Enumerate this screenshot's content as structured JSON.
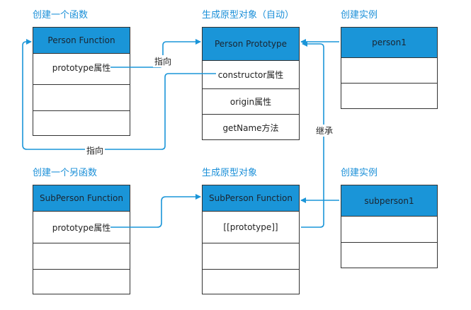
{
  "titles": {
    "create_function": "创建一个函数",
    "create_prototype_auto": "生成原型对象（自动）",
    "create_instance_1": "创建实例",
    "create_other_function": "创建一个另函数",
    "create_prototype": "生成原型对象",
    "create_instance_2": "创建实例"
  },
  "person_function": {
    "header": "Person Function",
    "prototype_row": "prototype属性"
  },
  "person_prototype": {
    "header": "Person Prototype",
    "constructor_row": "constructor属性",
    "origin_row": "origin属性",
    "getname_row": "getName方法"
  },
  "person1": {
    "header": "person1"
  },
  "subperson_function": {
    "header": "SubPerson Function",
    "prototype_row": "prototype属性"
  },
  "subperson_prototype": {
    "header": "SubPerson Function",
    "proto_row": "[[prototype]]"
  },
  "subperson1": {
    "header": "subperson1"
  },
  "labels": {
    "points_to_1": "指向",
    "points_to_2": "指向",
    "inherits": "继承"
  },
  "colors": {
    "accent": "#1a95d8",
    "title": "#1a8fd8",
    "line": "#1a95d8"
  }
}
